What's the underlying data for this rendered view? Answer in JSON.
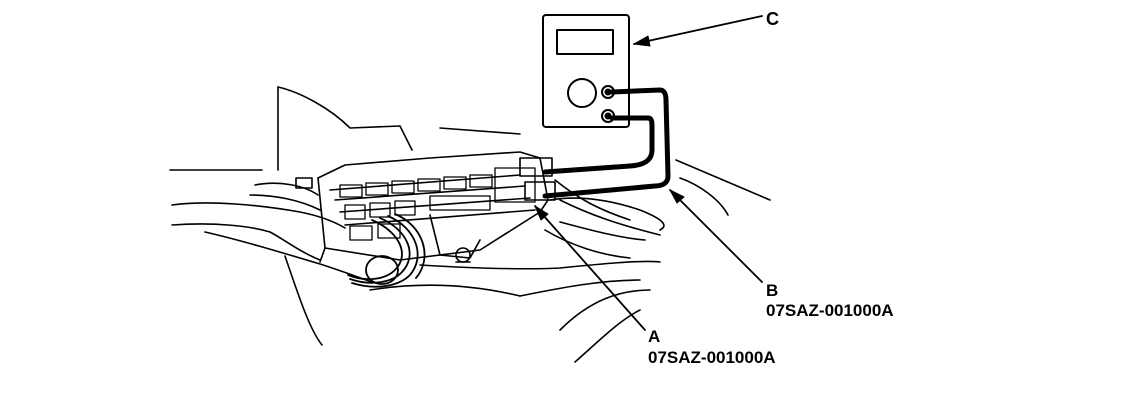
{
  "callouts": {
    "c": {
      "letter": "C"
    },
    "b": {
      "letter": "B",
      "part_number": "07SAZ-001000A"
    },
    "a": {
      "letter": "A",
      "part_number": "07SAZ-001000A"
    }
  },
  "colors": {
    "ink": "#000000",
    "paper": "#ffffff"
  }
}
